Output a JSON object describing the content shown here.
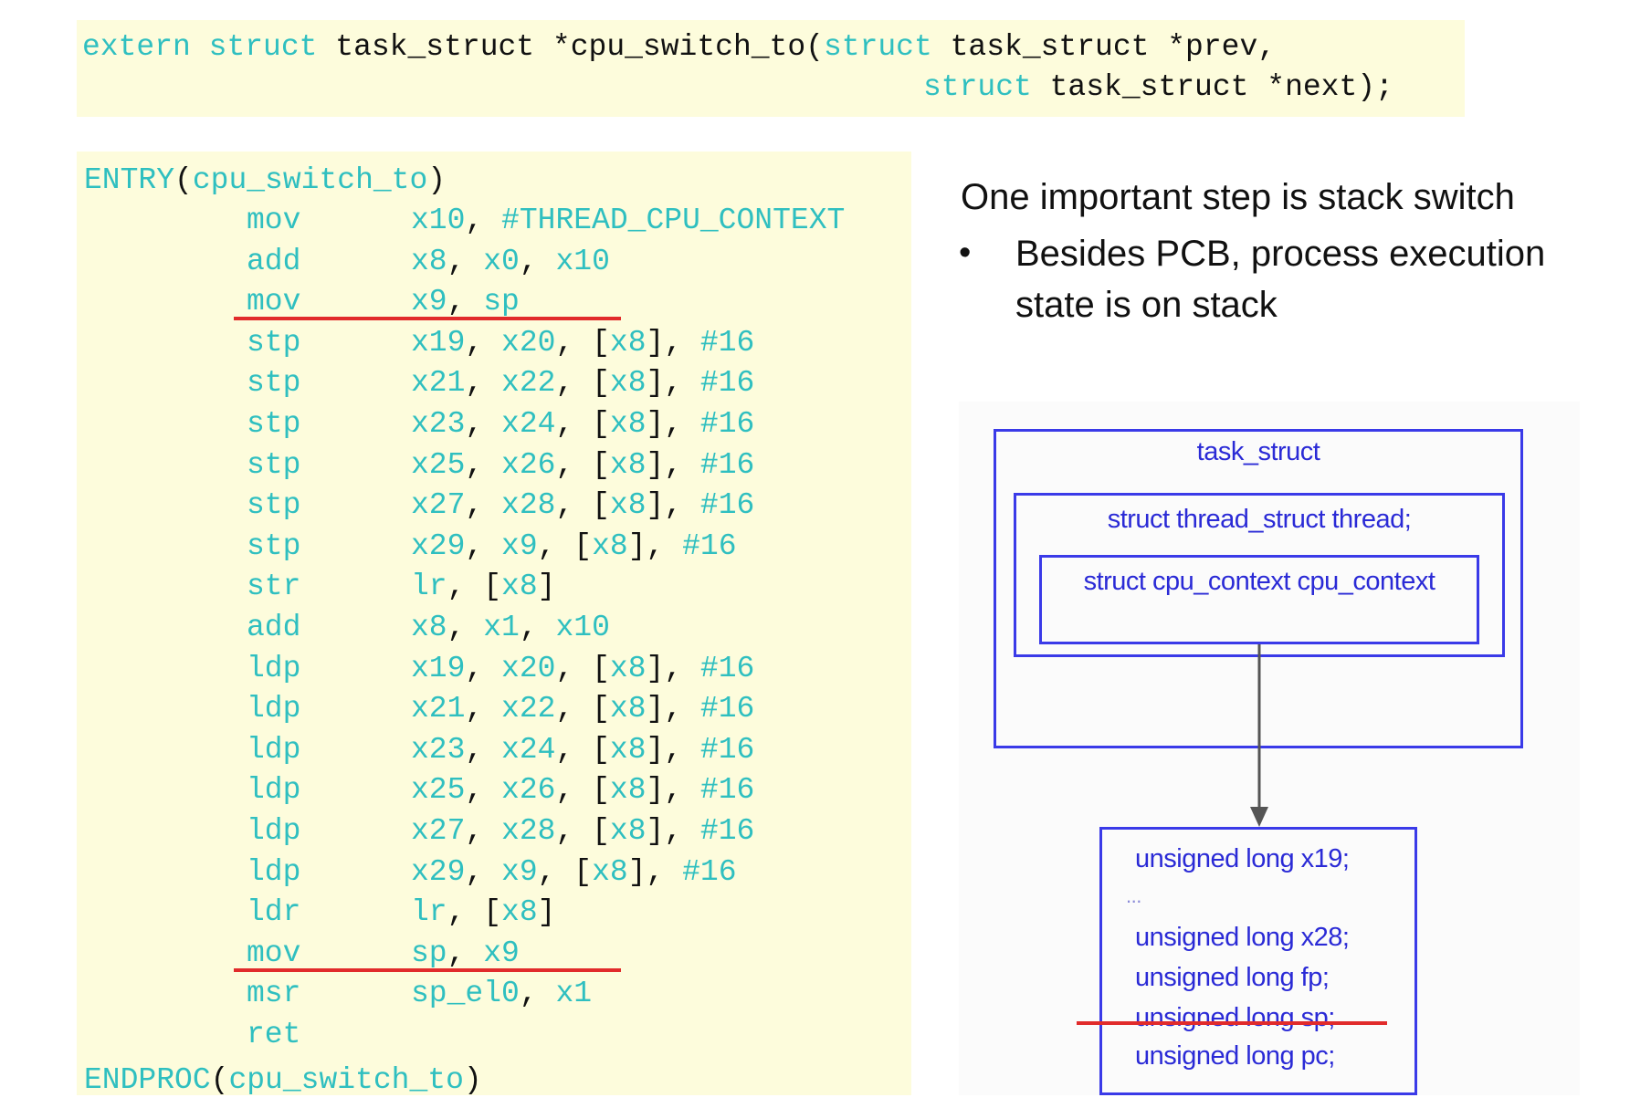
{
  "declaration": {
    "line1": {
      "kw_extern": "extern",
      "kw_struct": "struct",
      "text1": " task_struct *cpu_switch_to(",
      "kw_struct2": "struct",
      "text2": " task_struct *prev,"
    },
    "line2": {
      "kw_struct": "struct",
      "text": " task_struct *next);"
    }
  },
  "code": {
    "entry": {
      "kw": "ENTRY",
      "open": "(",
      "name": "cpu_switch_to",
      "close": ")"
    },
    "instructions": [
      {
        "op": "mov",
        "args": "x10, #THREAD_CPU_CONTEXT"
      },
      {
        "op": "add",
        "args": "x8, x0, x10"
      },
      {
        "op": "mov",
        "args": "x9, sp",
        "struck": true
      },
      {
        "op": "stp",
        "args": "x19, x20, [x8], #16"
      },
      {
        "op": "stp",
        "args": "x21, x22, [x8], #16"
      },
      {
        "op": "stp",
        "args": "x23, x24, [x8], #16"
      },
      {
        "op": "stp",
        "args": "x25, x26, [x8], #16"
      },
      {
        "op": "stp",
        "args": "x27, x28, [x8], #16"
      },
      {
        "op": "stp",
        "args": "x29, x9, [x8], #16"
      },
      {
        "op": "str",
        "args": "lr, [x8]"
      },
      {
        "op": "add",
        "args": "x8, x1, x10"
      },
      {
        "op": "ldp",
        "args": "x19, x20, [x8], #16"
      },
      {
        "op": "ldp",
        "args": "x21, x22, [x8], #16"
      },
      {
        "op": "ldp",
        "args": "x23, x24, [x8], #16"
      },
      {
        "op": "ldp",
        "args": "x25, x26, [x8], #16"
      },
      {
        "op": "ldp",
        "args": "x27, x28, [x8], #16"
      },
      {
        "op": "ldp",
        "args": "x29, x9, [x8], #16"
      },
      {
        "op": "ldr",
        "args": "lr, [x8]"
      },
      {
        "op": "mov",
        "args": "sp, x9",
        "struck": true
      },
      {
        "op": "msr",
        "args": "sp_el0, x1"
      },
      {
        "op": "ret",
        "args": ""
      }
    ],
    "endproc": {
      "kw": "ENDPROC",
      "open": "(",
      "name": "cpu_switch_to",
      "close": ")"
    }
  },
  "notes": {
    "headline": "One important step is stack switch",
    "bullet_line1": "Besides PCB, process execution",
    "bullet_line2": "state is on stack"
  },
  "diagram": {
    "outer_label": "task_struct",
    "middle_label": "struct thread_struct thread;",
    "inner_label": "struct cpu_context cpu_context",
    "fields": [
      "unsigned long x19;",
      "...",
      "unsigned long x28;",
      "unsigned long fp;",
      "unsigned long sp;",
      "unsigned long pc;"
    ],
    "struck_field": "unsigned long sp;"
  },
  "colors": {
    "keyword": "#2fbfc0",
    "diagram_blue": "#3a3ae8",
    "strike_red": "#e12b2b",
    "panel_bg": "#fdfcdc"
  }
}
